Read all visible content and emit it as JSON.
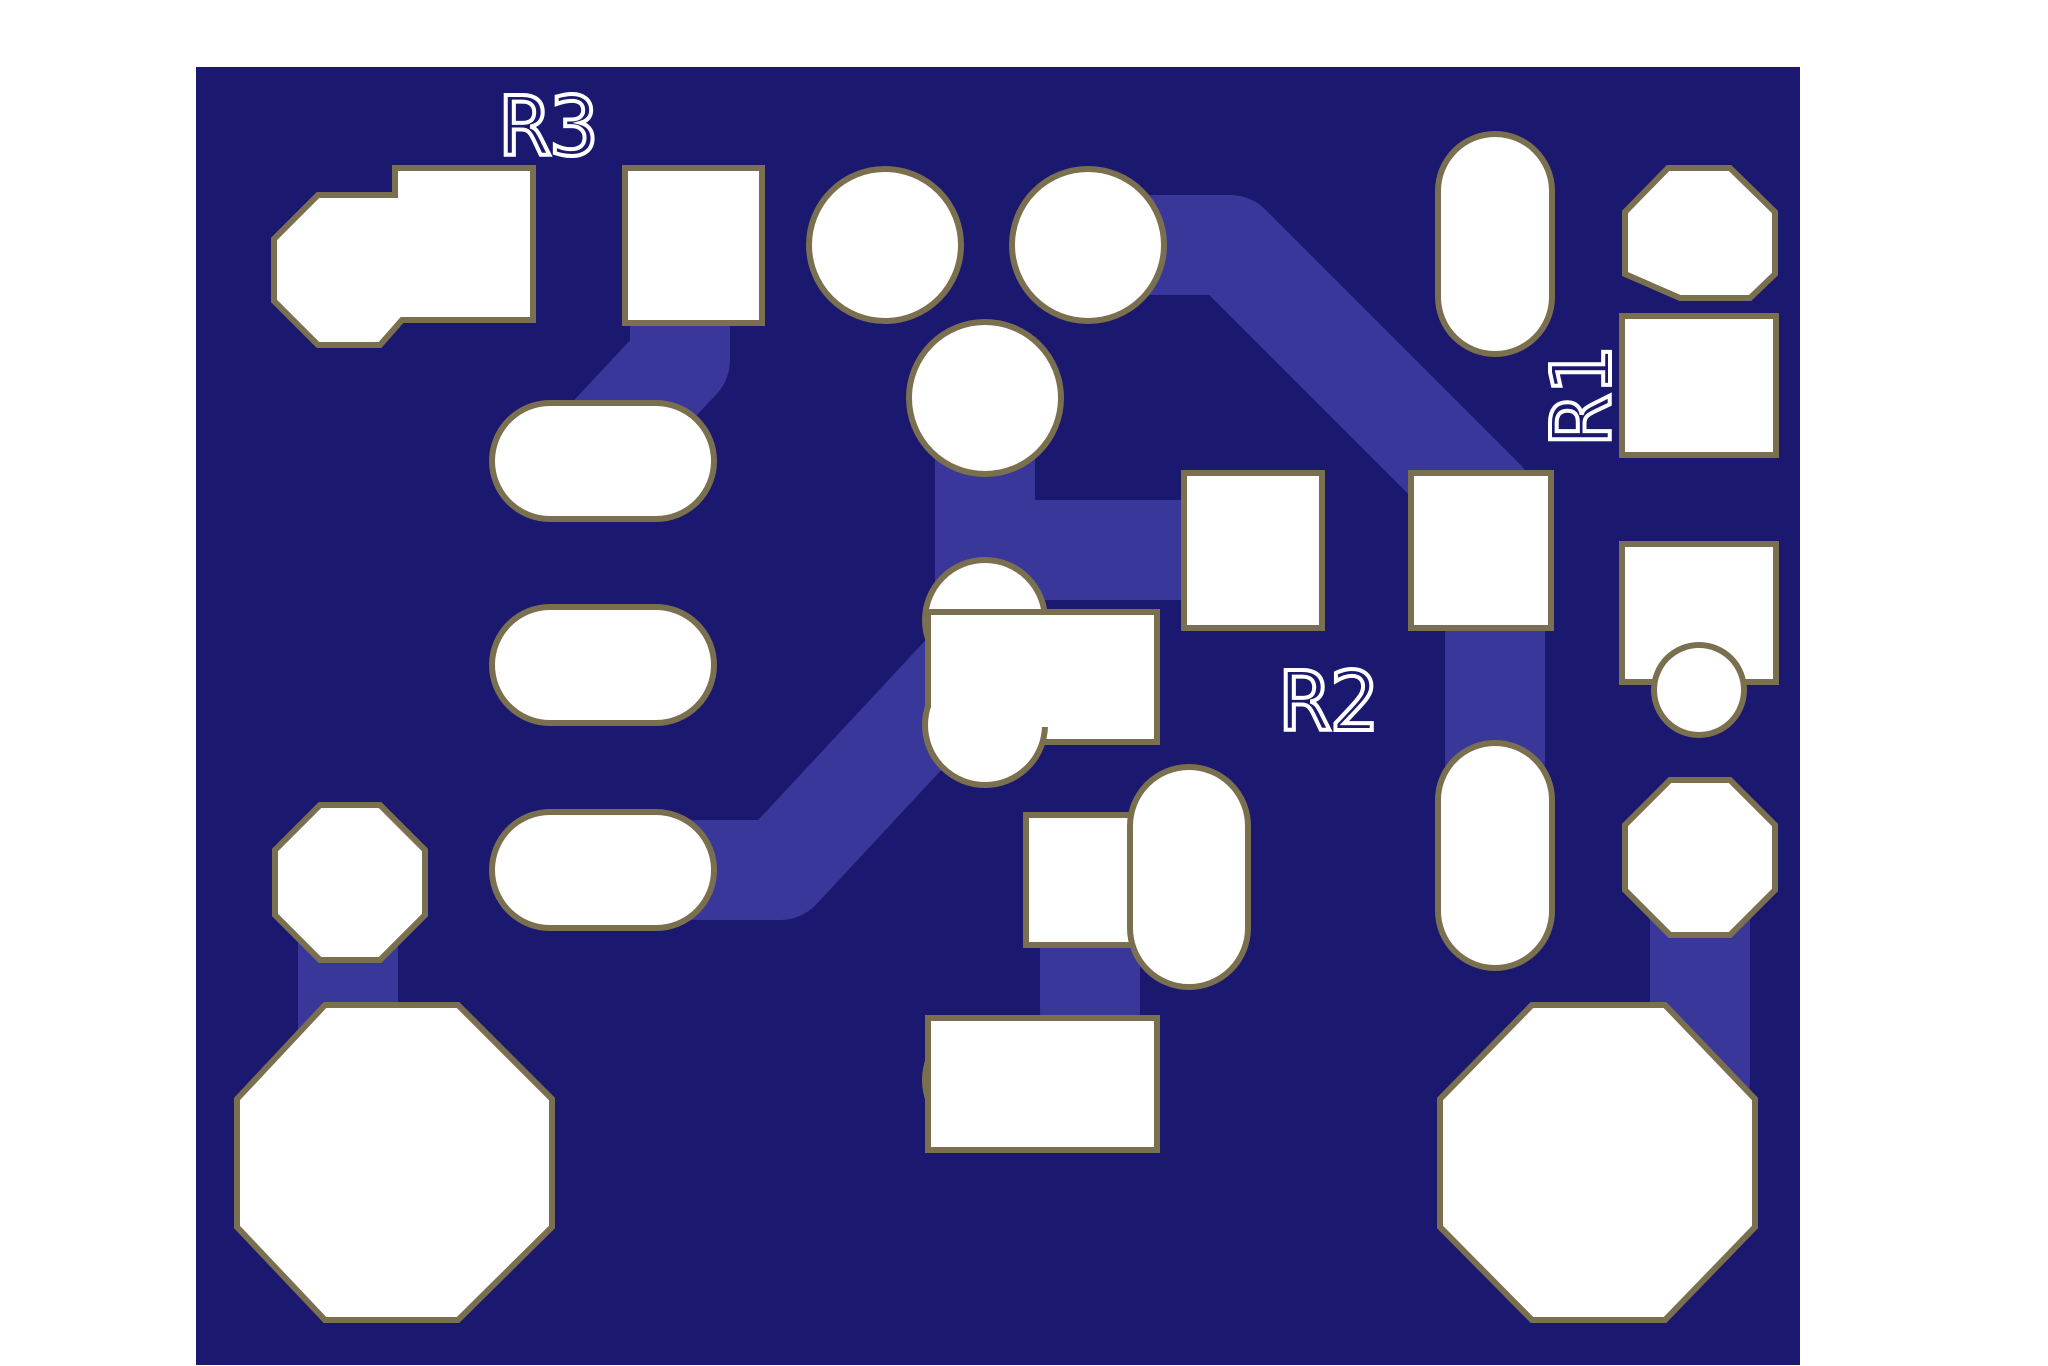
{
  "board": {
    "colors": {
      "background": "#ffffff",
      "substrate": "#1b1870",
      "copper_trace": "#393799",
      "pad_fill": "#ffffff",
      "pad_outline": "#7a7050",
      "silkscreen": "#ffffff"
    },
    "designators": {
      "r3": "R3",
      "r2": "R2",
      "r1": "R1"
    }
  }
}
